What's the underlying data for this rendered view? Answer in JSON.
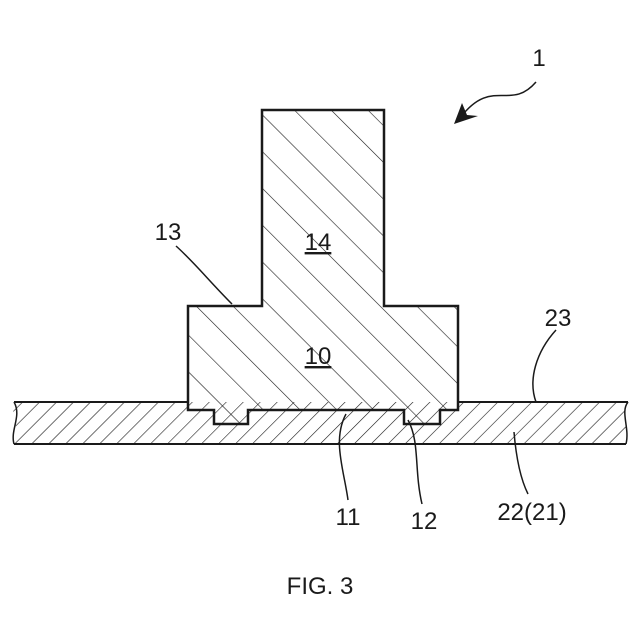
{
  "figure": {
    "caption": "FIG. 3",
    "reference_numerals": {
      "assembly": "1",
      "upper_block": "14",
      "lower_block": "10",
      "step_edge": "13",
      "bottom_face": "11",
      "groove": "12",
      "plate": "22(21)",
      "plate_surface": "23"
    }
  }
}
